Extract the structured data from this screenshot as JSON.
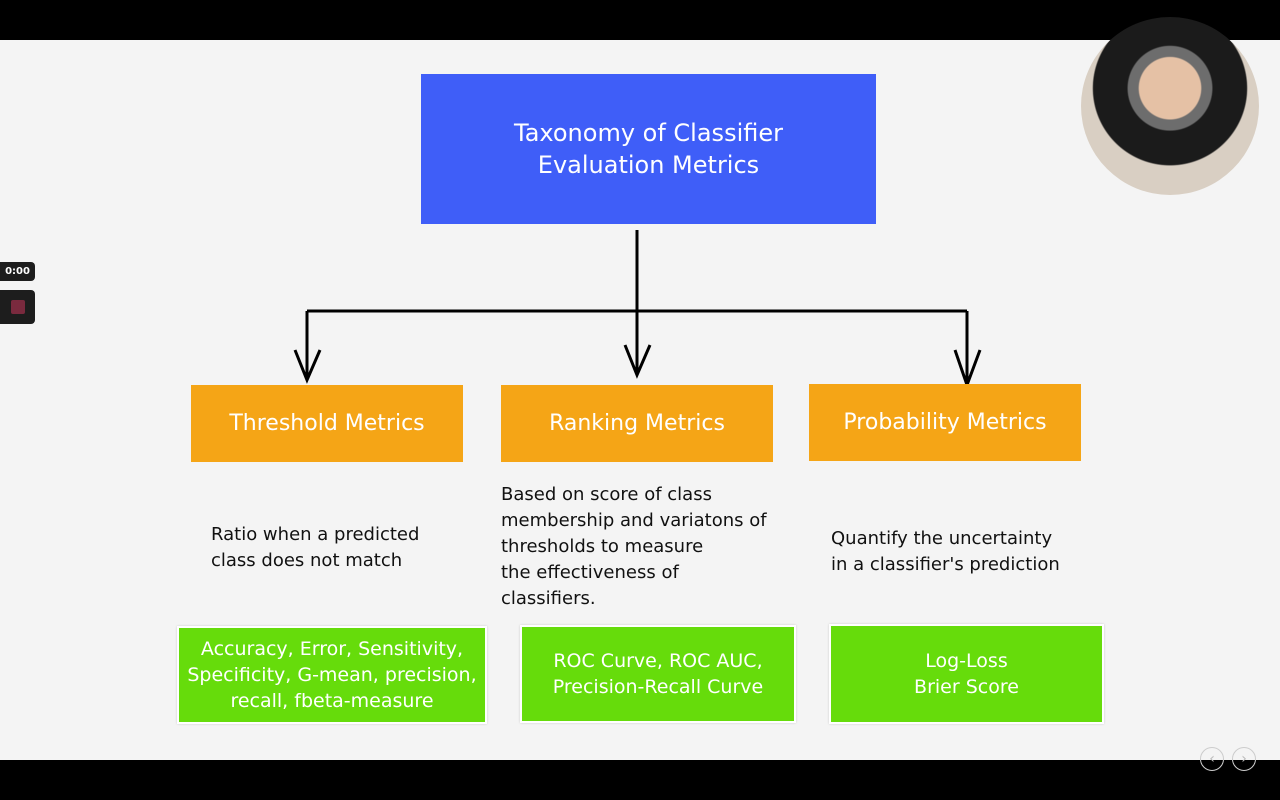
{
  "recorder": {
    "time": "0:00"
  },
  "slide": {
    "title": "Taxonomy of Classifier\nEvaluation Metrics",
    "categories": [
      {
        "label": "Threshold Metrics",
        "description": "Ratio when a predicted\nclass does not match",
        "metrics": "Accuracy, Error, Sensitivity,\nSpecificity, G-mean, precision,\nrecall, fbeta-measure"
      },
      {
        "label": "Ranking Metrics",
        "description": "Based on score of class\nmembership and variatons of\nthresholds to measure\nthe effectiveness of\nclassifiers.",
        "metrics": "ROC Curve, ROC AUC,\nPrecision-Recall Curve"
      },
      {
        "label": "Probability Metrics",
        "description": "Quantify the uncertainty\nin a classifier's prediction",
        "metrics": "Log-Loss\nBrier Score"
      }
    ]
  },
  "nav": {
    "prev": "‹",
    "next": "›"
  },
  "colors": {
    "title_box": "#3f5ef8",
    "category_box": "#f5a516",
    "metrics_box": "#66dc0b"
  }
}
